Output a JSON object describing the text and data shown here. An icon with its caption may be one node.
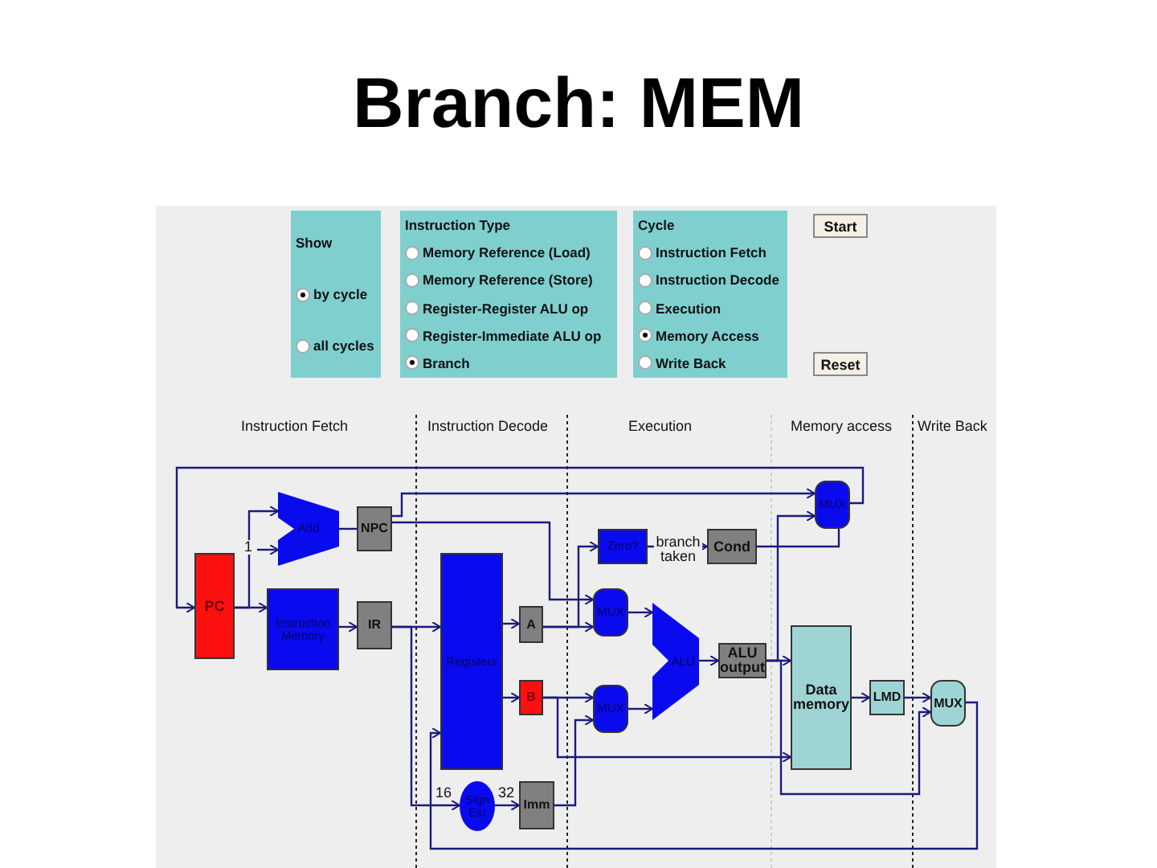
{
  "diagram": {
    "title": "Branch: MEM",
    "nodes": [
      {
        "text": [
          "Show",
          "by cycle",
          "all cycles"
        ]
      },
      {
        "text": [
          "Instruction Type",
          "Memory Reference (Load)",
          "Memory Reference (Store)",
          "Register-Register ALU op",
          "Register-Immediate ALU op",
          "Branch"
        ]
      },
      {
        "text": [
          "Cycle",
          "Instruction Fetch",
          "Instruction Decode",
          "Execution",
          "Memory Access",
          "Write Back"
        ]
      },
      {
        "text": [
          "PC"
        ]
      },
      {
        "text": [
          "Add"
        ]
      },
      {
        "text": [
          "NPC"
        ]
      },
      {
        "text": [
          "Instruction Memory"
        ]
      },
      {
        "text": [
          "IR"
        ]
      },
      {
        "text": [
          "Registers"
        ]
      },
      {
        "text": [
          "A"
        ]
      },
      {
        "text": [
          "B"
        ]
      },
      {
        "text": [
          "Sign Ext"
        ]
      },
      {
        "text": [
          "Imm"
        ]
      },
      {
        "text": [
          "Zero?"
        ]
      },
      {
        "text": [
          "Cond"
        ]
      },
      {
        "text": [
          "MUX"
        ]
      },
      {
        "text": [
          "MUX"
        ]
      },
      {
        "text": [
          "MUX"
        ]
      },
      {
        "text": [
          "ALU"
        ]
      },
      {
        "text": [
          "ALU output"
        ]
      },
      {
        "text": [
          "Data memory"
        ]
      },
      {
        "text": [
          "LMD"
        ]
      },
      {
        "text": [
          "MUX"
        ]
      }
    ],
    "edges": [
      {
        "from": 15,
        "to": 3,
        "arrow": "to"
      },
      {
        "from": 3,
        "to": 6,
        "arrow": "to"
      },
      {
        "from": 3,
        "to": 4,
        "arrow": "to"
      },
      {
        "from": null,
        "to": 4,
        "arrow": "to",
        "label": "1"
      },
      {
        "from": 4,
        "to": 5,
        "arrow": "none"
      },
      {
        "from": 6,
        "to": 7,
        "arrow": "to"
      },
      {
        "from": 7,
        "to": 8,
        "arrow": "to"
      },
      {
        "from": 7,
        "to": 11,
        "arrow": "to"
      },
      {
        "from": 11,
        "to": 12,
        "arrow": "to"
      },
      {
        "from": 8,
        "to": 9,
        "arrow": "to"
      },
      {
        "from": 8,
        "to": 10,
        "arrow": "to"
      },
      {
        "from": 5,
        "to": 16,
        "arrow": "to"
      },
      {
        "from": 9,
        "to": 16,
        "arrow": "to"
      },
      {
        "from": 9,
        "to": 13,
        "arrow": "to"
      },
      {
        "from": 10,
        "to": 17,
        "arrow": "to"
      },
      {
        "from": 12,
        "to": 17,
        "arrow": "to"
      },
      {
        "from": 16,
        "to": 18,
        "arrow": "to"
      },
      {
        "from": 17,
        "to": 18,
        "arrow": "to"
      },
      {
        "from": 18,
        "to": 19,
        "arrow": "to"
      },
      {
        "from": 19,
        "to": 20,
        "arrow": "to"
      },
      {
        "from": 13,
        "to": 14,
        "arrow": "to",
        "label": "branch taken"
      },
      {
        "from": 14,
        "to": 15,
        "arrow": "none"
      },
      {
        "from": 5,
        "to": 15,
        "arrow": "to"
      },
      {
        "from": 19,
        "to": 15,
        "arrow": "to"
      },
      {
        "from": 10,
        "to": 20,
        "arrow": "to"
      },
      {
        "from": 20,
        "to": 21,
        "arrow": "to"
      },
      {
        "from": 21,
        "to": 22,
        "arrow": "to"
      },
      {
        "from": 19,
        "to": 22,
        "arrow": "to"
      },
      {
        "from": 22,
        "to": 8,
        "arrow": "to"
      }
    ],
    "labels": [
      "Instruction Fetch",
      "Instruction Decode",
      "Execution",
      "Memory access",
      "Write Back",
      "16",
      "32",
      "Start",
      "Reset"
    ]
  }
}
